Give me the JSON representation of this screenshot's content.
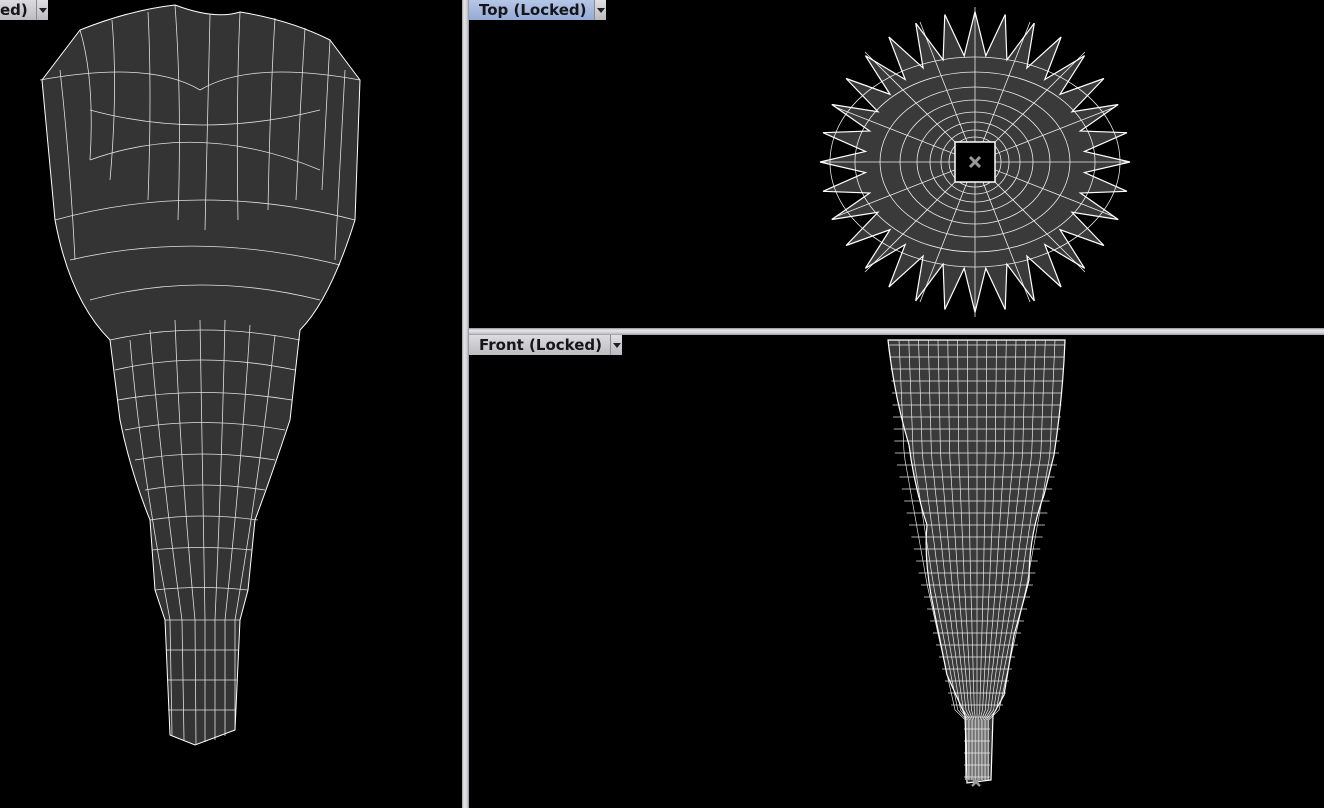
{
  "viewports": {
    "perspective": {
      "label": "ed)"
    },
    "top": {
      "label": "Top (Locked)"
    },
    "front": {
      "label": "Front (Locked)"
    }
  },
  "icons": {
    "dropdown": "chevron-down-icon",
    "origin_marker": "x-marker-icon"
  },
  "colors": {
    "background": "#000000",
    "wire": "#ffffff",
    "surface": "#3c3c3c",
    "active_tab": "#a9bde3"
  }
}
